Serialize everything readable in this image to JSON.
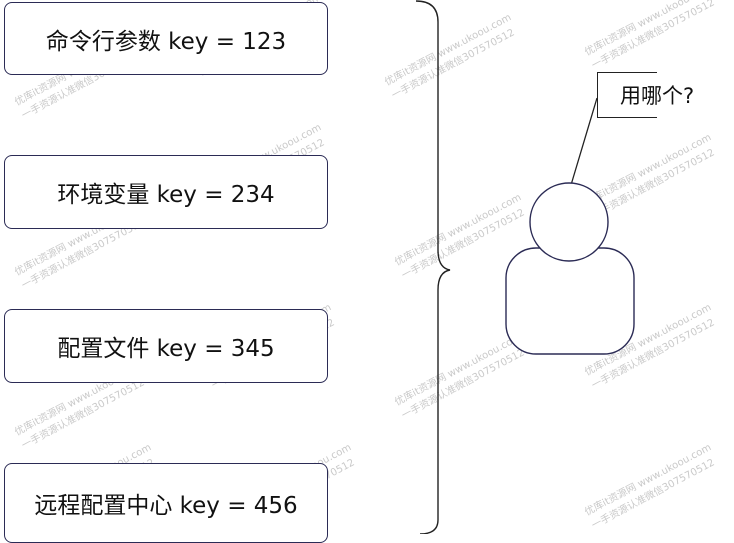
{
  "sources": [
    {
      "label": "命令行参数 key = 123"
    },
    {
      "label": "环境变量 key = 234"
    },
    {
      "label": "配置文件 key = 345"
    },
    {
      "label": "远程配置中心 key = 456"
    }
  ],
  "person": {
    "question": "用哪个?"
  },
  "watermark": {
    "line1": "优库it资源网 www.ukoou.com",
    "line2": "一手资源认准微信307570512"
  },
  "colors": {
    "box_border": "#2b2b55",
    "person_stroke": "#2b2b55",
    "brace": "#222222",
    "watermark": "#c9c9c9"
  }
}
